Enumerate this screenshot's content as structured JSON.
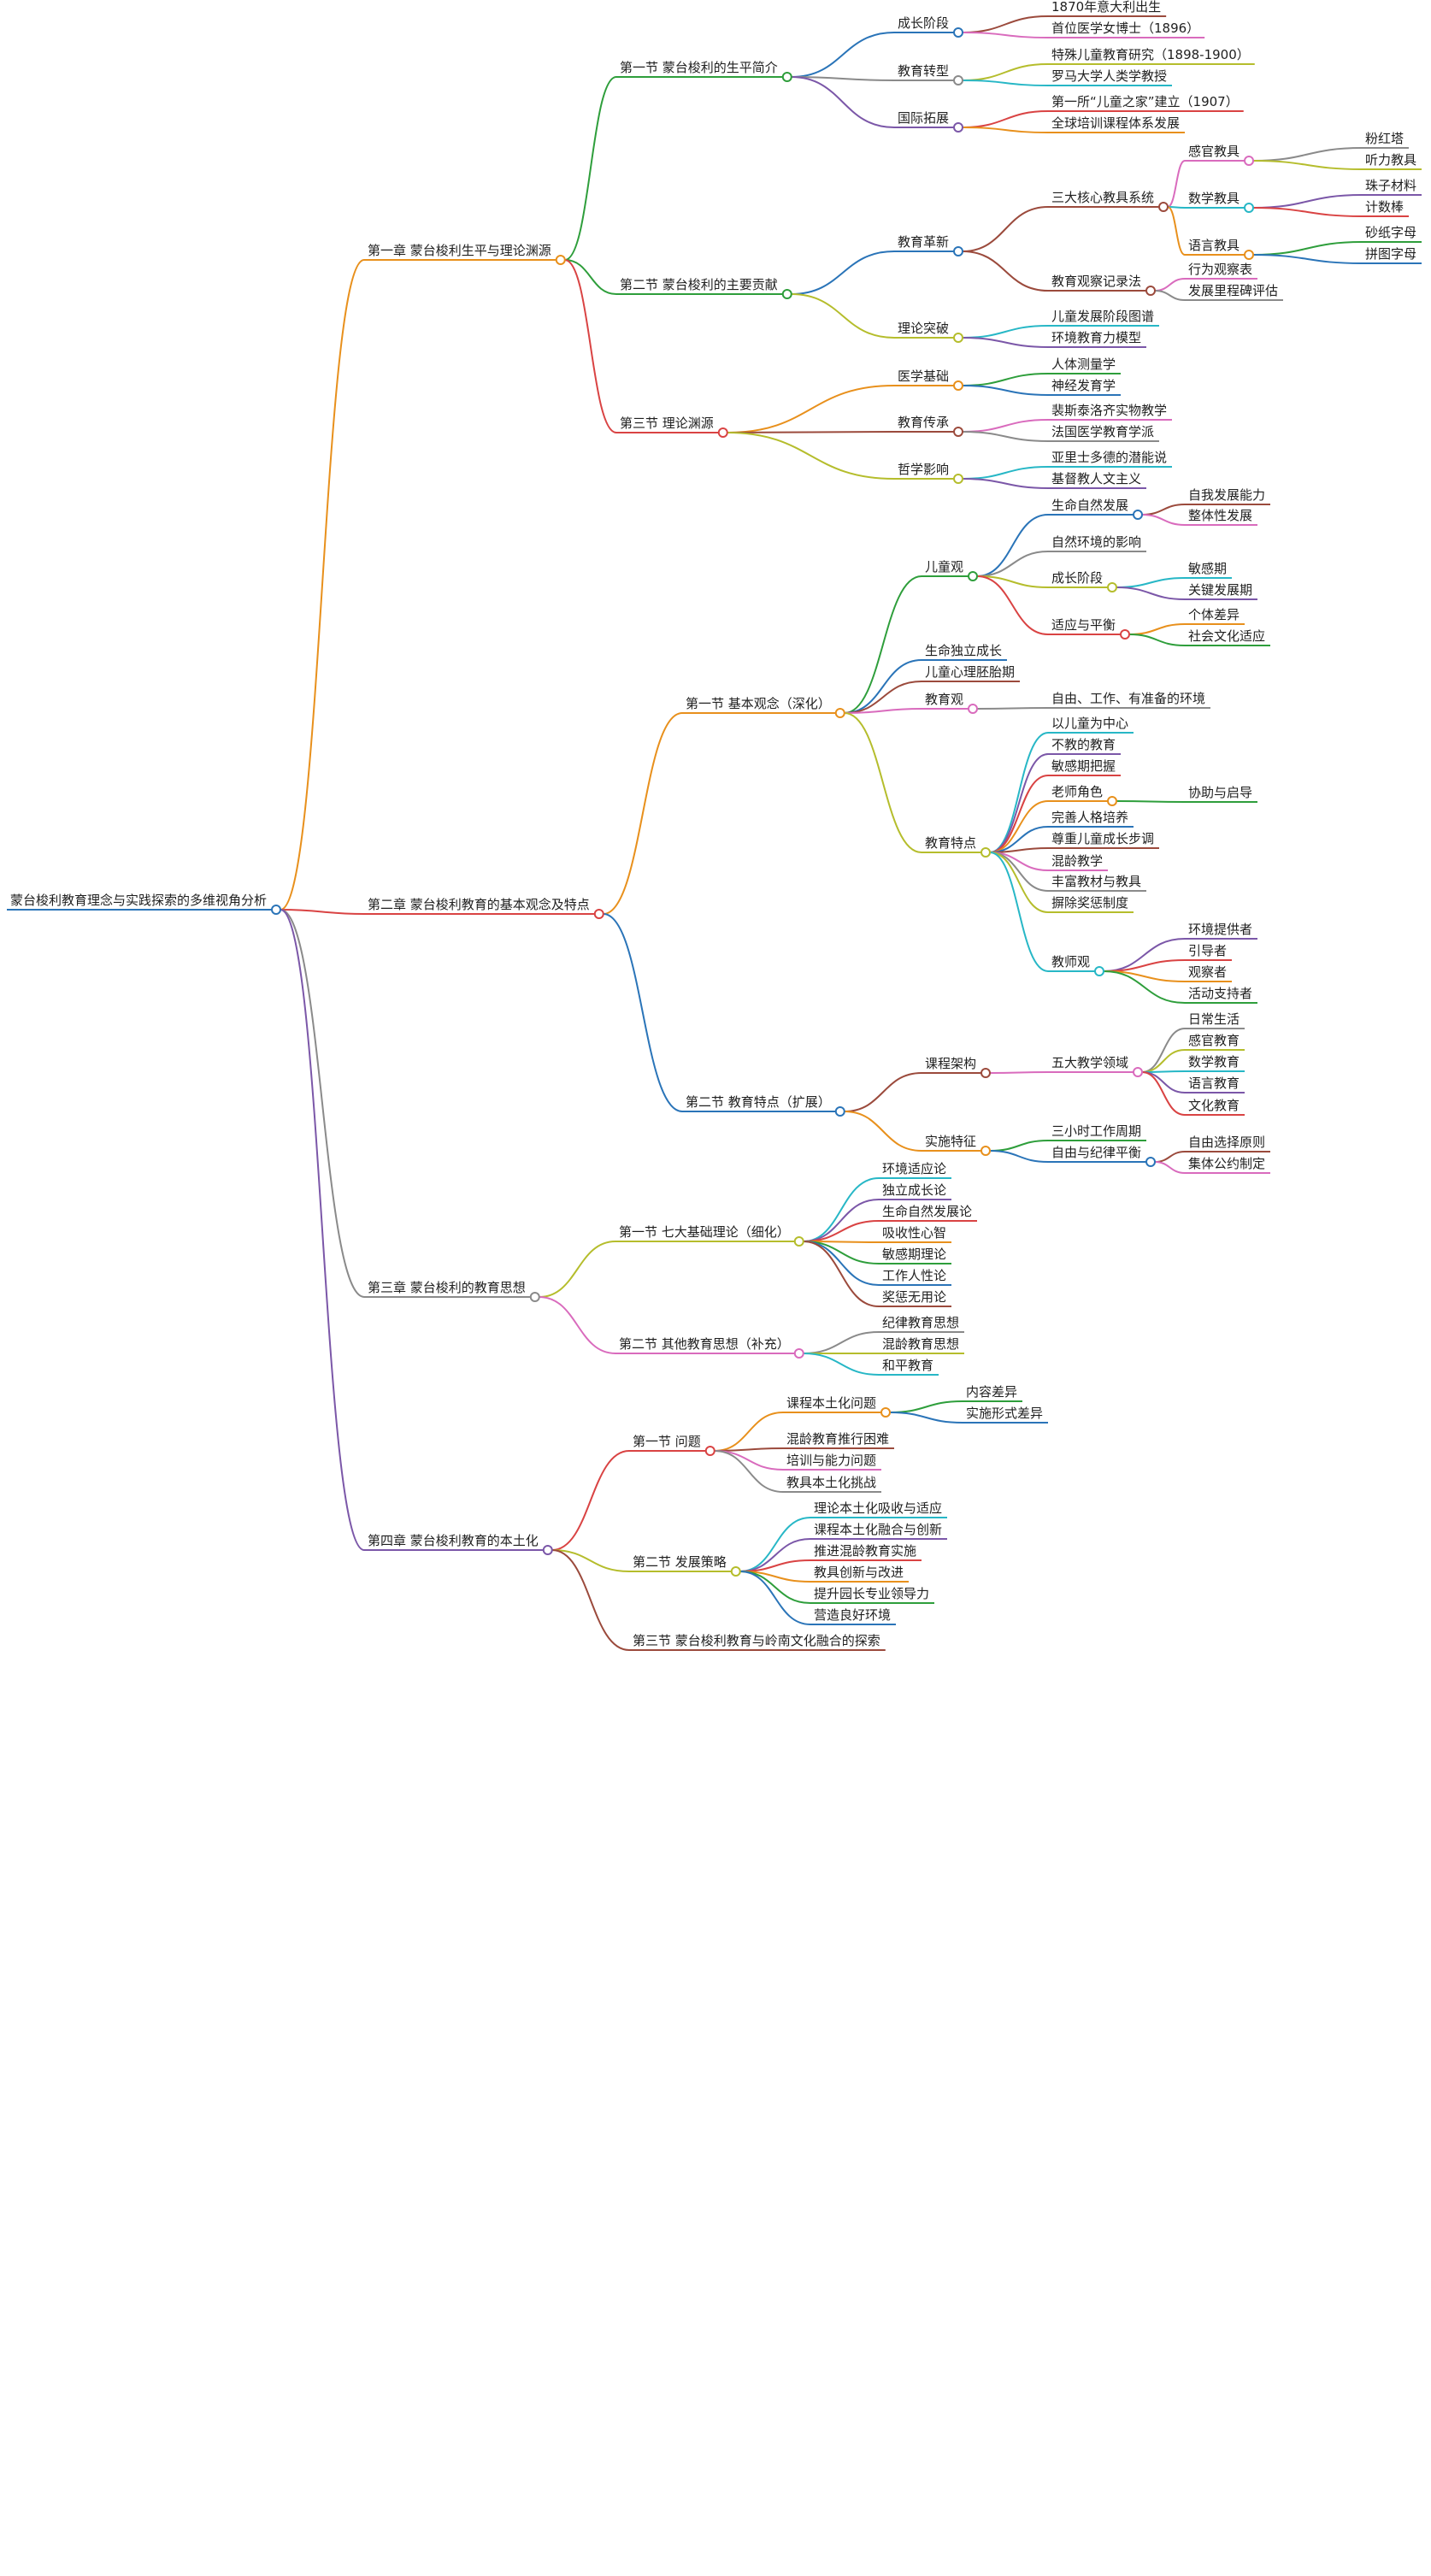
{
  "root": {
    "label": "蒙台梭利教育理念与实践探索的多维视角分析",
    "children": [
      {
        "label": "第一章 蒙台梭利生平与理论渊源",
        "children": [
          {
            "label": "第一节 蒙台梭利的生平简介",
            "children": [
              {
                "label": "成长阶段",
                "children": [
                  {
                    "label": "1870年意大利出生"
                  },
                  {
                    "label": "首位医学女博士（1896）"
                  }
                ]
              },
              {
                "label": "教育转型",
                "children": [
                  {
                    "label": "特殊儿童教育研究（1898-1900）"
                  },
                  {
                    "label": "罗马大学人类学教授"
                  }
                ]
              },
              {
                "label": "国际拓展",
                "children": [
                  {
                    "label": "第一所“儿童之家”建立（1907）"
                  },
                  {
                    "label": "全球培训课程体系发展"
                  }
                ]
              }
            ]
          },
          {
            "label": "第二节 蒙台梭利的主要贡献",
            "children": [
              {
                "label": "教育革新",
                "children": [
                  {
                    "label": "三大核心教具系统",
                    "children": [
                      {
                        "label": "感官教具",
                        "children": [
                          {
                            "label": "粉红塔"
                          },
                          {
                            "label": "听力教具"
                          }
                        ]
                      },
                      {
                        "label": "数学教具",
                        "children": [
                          {
                            "label": "珠子材料"
                          },
                          {
                            "label": "计数棒"
                          }
                        ]
                      },
                      {
                        "label": "语言教具",
                        "children": [
                          {
                            "label": "砂纸字母"
                          },
                          {
                            "label": "拼图字母"
                          }
                        ]
                      }
                    ]
                  },
                  {
                    "label": "教育观察记录法",
                    "children": [
                      {
                        "label": "行为观察表"
                      },
                      {
                        "label": "发展里程碑评估"
                      }
                    ]
                  }
                ]
              },
              {
                "label": "理论突破",
                "children": [
                  {
                    "label": "儿童发展阶段图谱"
                  },
                  {
                    "label": "环境教育力模型"
                  }
                ]
              }
            ]
          },
          {
            "label": "第三节 理论渊源",
            "children": [
              {
                "label": "医学基础",
                "children": [
                  {
                    "label": "人体测量学"
                  },
                  {
                    "label": "神经发育学"
                  }
                ]
              },
              {
                "label": "教育传承",
                "children": [
                  {
                    "label": "裴斯泰洛齐实物教学"
                  },
                  {
                    "label": "法国医学教育学派"
                  }
                ]
              },
              {
                "label": "哲学影响",
                "children": [
                  {
                    "label": "亚里士多德的潜能说"
                  },
                  {
                    "label": "基督教人文主义"
                  }
                ]
              }
            ]
          }
        ]
      },
      {
        "label": "第二章 蒙台梭利教育的基本观念及特点",
        "children": [
          {
            "label": "第一节 基本观念（深化）",
            "children": [
              {
                "label": "儿童观",
                "children": [
                  {
                    "label": "生命自然发展",
                    "children": [
                      {
                        "label": "自我发展能力"
                      },
                      {
                        "label": "整体性发展"
                      }
                    ]
                  },
                  {
                    "label": "自然环境的影响"
                  },
                  {
                    "label": "成长阶段",
                    "children": [
                      {
                        "label": "敏感期"
                      },
                      {
                        "label": "关键发展期"
                      }
                    ]
                  },
                  {
                    "label": "适应与平衡",
                    "children": [
                      {
                        "label": "个体差异"
                      },
                      {
                        "label": "社会文化适应"
                      }
                    ]
                  }
                ]
              },
              {
                "label": "生命独立成长"
              },
              {
                "label": "儿童心理胚胎期"
              },
              {
                "label": "教育观",
                "children": [
                  {
                    "label": "自由、工作、有准备的环境"
                  }
                ]
              },
              {
                "label": "教育特点",
                "children": [
                  {
                    "label": "以儿童为中心"
                  },
                  {
                    "label": "不教的教育"
                  },
                  {
                    "label": "敏感期把握"
                  },
                  {
                    "label": "老师角色",
                    "children": [
                      {
                        "label": "协助与启导"
                      }
                    ]
                  },
                  {
                    "label": "完善人格培养"
                  },
                  {
                    "label": "尊重儿童成长步调"
                  },
                  {
                    "label": "混龄教学"
                  },
                  {
                    "label": "丰富教材与教具"
                  },
                  {
                    "label": "摒除奖惩制度"
                  },
                  {
                    "label": "教师观",
                    "children": [
                      {
                        "label": "环境提供者"
                      },
                      {
                        "label": "引导者"
                      },
                      {
                        "label": "观察者"
                      },
                      {
                        "label": "活动支持者"
                      }
                    ]
                  }
                ]
              }
            ]
          },
          {
            "label": "第二节 教育特点（扩展）",
            "children": [
              {
                "label": "课程架构",
                "children": [
                  {
                    "label": "五大教学领域",
                    "children": [
                      {
                        "label": "日常生活"
                      },
                      {
                        "label": "感官教育"
                      },
                      {
                        "label": "数学教育"
                      },
                      {
                        "label": "语言教育"
                      },
                      {
                        "label": "文化教育"
                      }
                    ]
                  }
                ]
              },
              {
                "label": "实施特征",
                "children": [
                  {
                    "label": "三小时工作周期"
                  },
                  {
                    "label": "自由与纪律平衡",
                    "children": [
                      {
                        "label": "自由选择原则"
                      },
                      {
                        "label": "集体公约制定"
                      }
                    ]
                  }
                ]
              }
            ]
          }
        ]
      },
      {
        "label": "第三章 蒙台梭利的教育思想",
        "children": [
          {
            "label": "第一节 七大基础理论（细化）",
            "children": [
              {
                "label": "环境适应论"
              },
              {
                "label": "独立成长论"
              },
              {
                "label": "生命自然发展论"
              },
              {
                "label": "吸收性心智"
              },
              {
                "label": "敏感期理论"
              },
              {
                "label": "工作人性论"
              },
              {
                "label": "奖惩无用论"
              }
            ]
          },
          {
            "label": "第二节 其他教育思想（补充）",
            "children": [
              {
                "label": "纪律教育思想"
              },
              {
                "label": "混龄教育思想"
              },
              {
                "label": "和平教育"
              }
            ]
          }
        ]
      },
      {
        "label": "第四章 蒙台梭利教育的本土化",
        "children": [
          {
            "label": "第一节 问题",
            "children": [
              {
                "label": "课程本土化问题",
                "children": [
                  {
                    "label": "内容差异"
                  },
                  {
                    "label": "实施形式差异"
                  }
                ]
              },
              {
                "label": "混龄教育推行困难"
              },
              {
                "label": "培训与能力问题"
              },
              {
                "label": "教具本土化挑战"
              }
            ]
          },
          {
            "label": "第二节 发展策略",
            "children": [
              {
                "label": "理论本土化吸收与适应"
              },
              {
                "label": "课程本土化融合与创新"
              },
              {
                "label": "推进混龄教育实施"
              },
              {
                "label": "教具创新与改进"
              },
              {
                "label": "提升园长专业领导力"
              },
              {
                "label": "营造良好环境"
              }
            ]
          },
          {
            "label": "第三节 蒙台梭利教育与岭南文化融合的探索"
          }
        ]
      }
    ]
  }
}
